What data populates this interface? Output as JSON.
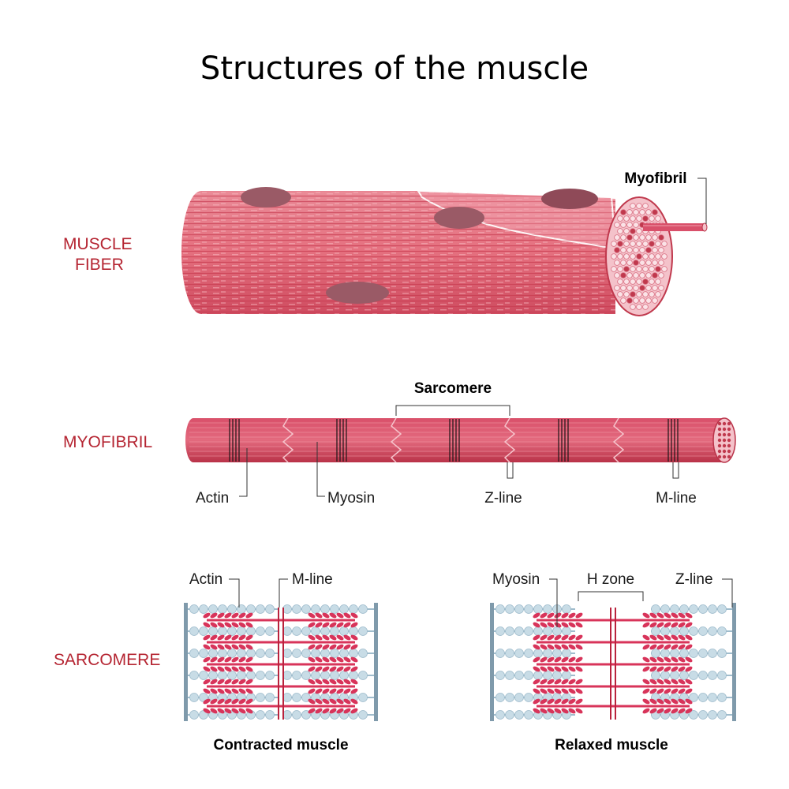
{
  "title": "Structures of the muscle",
  "colors": {
    "section_label": "#b52532",
    "fiber": "#e07080",
    "fiber_dark": "#c0394d",
    "fiber_light": "#f0a0ac",
    "nucleus": "#9a5a66",
    "actin_bead": "#c8dce6",
    "myosin": "#d8345a",
    "z_line": "#7f9aab"
  },
  "sections": {
    "muscle_fiber": [
      "MUSCLE",
      "FIBER"
    ],
    "myofibril": "MYOFIBRIL",
    "sarcomere": "SARCOMERE"
  },
  "fiber_labels": {
    "myofibril": "Myofibril"
  },
  "myofibril_labels": {
    "sarcomere": "Sarcomere",
    "actin": "Actin",
    "myosin": "Myosin",
    "z_line": "Z-line",
    "m_line": "M-line"
  },
  "contracted": {
    "actin": "Actin",
    "m_line": "M-line",
    "caption": "Contracted muscle"
  },
  "relaxed": {
    "myosin": "Myosin",
    "h_zone": "H zone",
    "z_line": "Z-line",
    "caption": "Relaxed muscle"
  },
  "stock_id": "382436137"
}
